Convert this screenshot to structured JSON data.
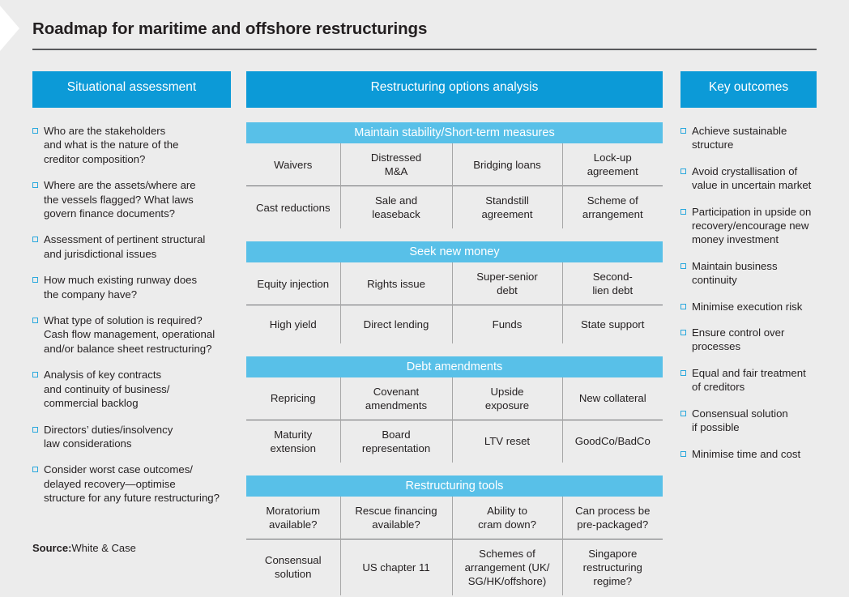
{
  "meta": {
    "title": "Roadmap for maritime and offshore restructurings",
    "accent_dark": "#0c9ad7",
    "accent_light": "#58c0e8",
    "background": "#ececec",
    "text": "#231f20"
  },
  "source": {
    "label": "Source:",
    "value": "White & Case"
  },
  "left_column": {
    "header": "Situational assessment",
    "items": [
      "Who are the stakeholders\nand what is the nature of the\ncreditor composition?",
      "Where are the assets/where are\nthe vessels flagged? What laws\ngovern finance documents?",
      "Assessment of pertinent structural\nand jurisdictional issues",
      "How much existing runway does\nthe company have?",
      "What type of solution is required?\nCash flow management, operational\nand/or balance sheet restructuring?",
      "Analysis of key contracts\nand continuity of business/\ncommercial backlog",
      "Directors’ duties/insolvency\nlaw considerations",
      "Consider worst case outcomes/\ndelayed recovery—optimise\nstructure for any future restructuring?"
    ]
  },
  "middle_column": {
    "header": "Restructuring options analysis",
    "sections": [
      {
        "title": "Maintain stability/Short-term measures",
        "rows": [
          [
            "Waivers",
            "Distressed\nM&A",
            "Bridging loans",
            "Lock-up\nagreement"
          ],
          [
            "Cast reductions",
            "Sale and\nleaseback",
            "Standstill\nagreement",
            "Scheme of\narrangement"
          ]
        ]
      },
      {
        "title": "Seek new money",
        "rows": [
          [
            "Equity injection",
            "Rights issue",
            "Super-senior\ndebt",
            "Second-\nlien debt"
          ],
          [
            "High yield",
            "Direct lending",
            "Funds",
            "State support"
          ]
        ]
      },
      {
        "title": "Debt amendments",
        "rows": [
          [
            "Repricing",
            "Covenant\namendments",
            "Upside\nexposure",
            "New collateral"
          ],
          [
            "Maturity\nextension",
            "Board\nrepresentation",
            "LTV reset",
            "GoodCo/BadCo"
          ]
        ]
      },
      {
        "title": "Restructuring tools",
        "rows": [
          [
            "Moratorium\navailable?",
            "Rescue financing\navailable?",
            "Ability to\ncram down?",
            "Can process be\npre-packaged?"
          ],
          [
            "Consensual\nsolution",
            "US chapter 11",
            "Schemes of\narrangement (UK/\nSG/HK/offshore)",
            "Singapore\nrestructuring\nregime?"
          ]
        ]
      }
    ]
  },
  "right_column": {
    "header": "Key outcomes",
    "items": [
      "Achieve sustainable\nstructure",
      "Avoid crystallisation of\nvalue in uncertain market",
      "Participation in upside on\nrecovery/encourage new\nmoney investment",
      "Maintain business\ncontinuity",
      "Minimise execution risk",
      "Ensure control over\nprocesses",
      "Equal and fair treatment\nof creditors",
      "Consensual solution\nif possible",
      "Minimise time and cost"
    ]
  }
}
